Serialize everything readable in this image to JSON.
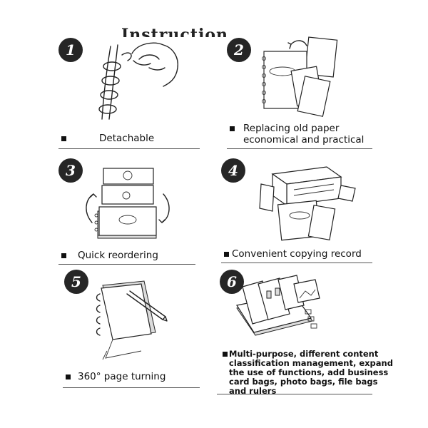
{
  "header": {
    "title": "Instruction"
  },
  "panels": [
    {
      "number": "1",
      "caption": "Detachable"
    },
    {
      "number": "2",
      "caption": "Replacing old paper\neconomical and practical"
    },
    {
      "number": "3",
      "caption": "Quick reordering"
    },
    {
      "number": "4",
      "caption": "Convenient copying record"
    },
    {
      "number": "5",
      "caption": "360° page turning"
    },
    {
      "number": "6",
      "caption": "Multi-purpose, different content\nclassification management, expand\nthe use of functions, add business\ncard bags, photo bags, file bags\nand rulers"
    }
  ]
}
